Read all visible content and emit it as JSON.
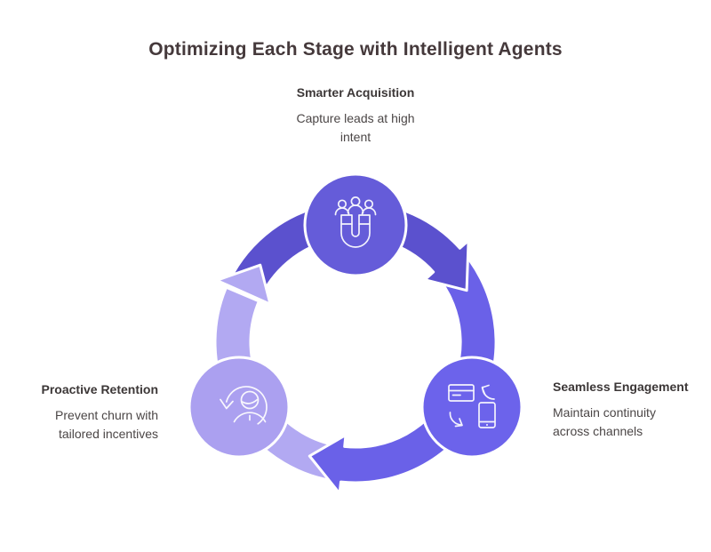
{
  "title": "Optimizing Each Stage with Intelligent Agents",
  "colors": {
    "background": "#ffffff",
    "title_text": "#45393B",
    "heading_text": "#3C3737",
    "body_text": "#4B4646",
    "outline": "#ffffff",
    "icon_stroke": "#ffffff"
  },
  "cycle": {
    "direction": "clockwise",
    "stages": [
      {
        "id": "acquisition",
        "position": "top",
        "heading": "Smarter Acquisition",
        "description": "Capture leads at high intent",
        "icon": "magnet-leads-icon",
        "node_color": "#655CD9",
        "arrow_color": "#5B51CE"
      },
      {
        "id": "engagement",
        "position": "right",
        "heading": "Seamless Engagement",
        "description": "Maintain continuity across channels",
        "icon": "device-sync-icon",
        "node_color": "#6C63EB",
        "arrow_color": "#6A61E8"
      },
      {
        "id": "retention",
        "position": "left",
        "heading": "Proactive Retention",
        "description": "Prevent churn with tailored incentives",
        "icon": "customer-renewal-icon",
        "node_color": "#ABA0F0",
        "arrow_color": "#B2A9F2"
      }
    ]
  }
}
